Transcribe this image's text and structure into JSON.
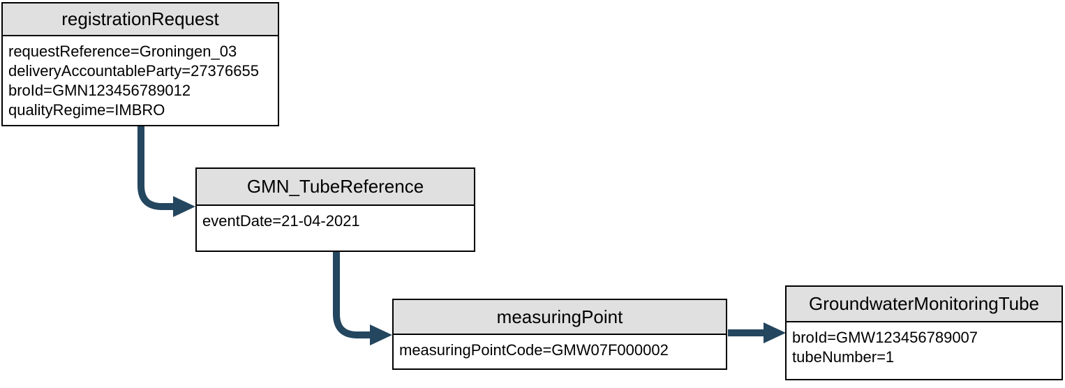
{
  "diagram": {
    "type": "object-diagram",
    "nodes": [
      {
        "id": "registrationRequest",
        "title": "registrationRequest",
        "attributes": [
          "requestReference=Groningen_03",
          "deliveryAccountableParty=27376655",
          "broId=GMN123456789012",
          "qualityRegime=IMBRO"
        ]
      },
      {
        "id": "GMN_TubeReference",
        "title": "GMN_TubeReference",
        "attributes": [
          "eventDate=21-04-2021"
        ]
      },
      {
        "id": "measuringPoint",
        "title": "measuringPoint",
        "attributes": [
          "measuringPointCode=GMW07F000002"
        ]
      },
      {
        "id": "GroundwaterMonitoringTube",
        "title": "GroundwaterMonitoringTube",
        "attributes": [
          "broId=GMW123456789007",
          "tubeNumber=1"
        ]
      }
    ],
    "edges": [
      {
        "from": "registrationRequest",
        "to": "GMN_TubeReference",
        "style": "elbow-down-right-arrow"
      },
      {
        "from": "GMN_TubeReference",
        "to": "measuringPoint",
        "style": "elbow-down-right-arrow"
      },
      {
        "from": "measuringPoint",
        "to": "GroundwaterMonitoringTube",
        "style": "straight-right-arrow"
      }
    ],
    "colors": {
      "arrow": "#24465f",
      "header_fill": "#e0e0e0",
      "node_border": "#000000",
      "node_background": "#ffffff",
      "text": "#000000"
    }
  }
}
